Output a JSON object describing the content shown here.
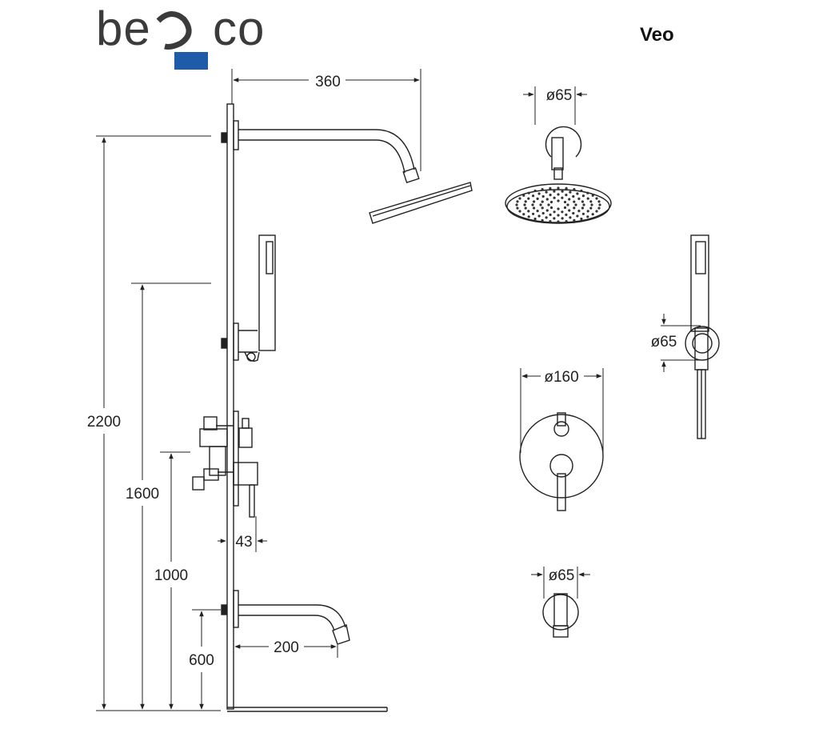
{
  "brand": {
    "name": "besco",
    "text_before": "be",
    "text_after": "co",
    "accent_color": "#1e5ba8",
    "text_color": "#3b3b3b"
  },
  "product": {
    "name": "Veo"
  },
  "dimensions": {
    "shower_arm_reach": "360",
    "total_height": "2200",
    "hand_shower_height": "1600",
    "mixer_height": "1000",
    "spout_height": "600",
    "mixer_depth": "43",
    "spout_reach": "200",
    "head_flange_dia": "ø65",
    "holder_flange_dia": "ø65",
    "mixer_plate_dia": "ø160",
    "spout_flange_dia": "ø65"
  }
}
